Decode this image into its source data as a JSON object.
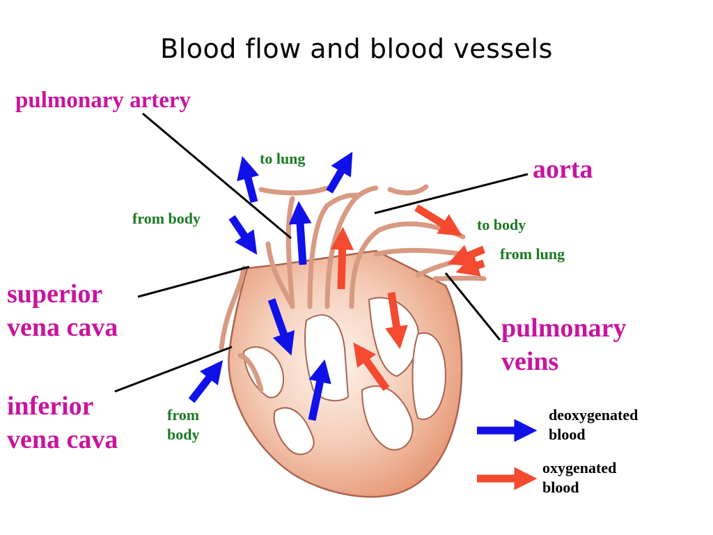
{
  "title": "Blood flow and blood vessels",
  "labels": {
    "pulmonary_artery": "pulmonary artery",
    "aorta": "aorta",
    "superior_vena_cava_1": "superior",
    "superior_vena_cava_2": "vena cava",
    "inferior_vena_cava_1": "inferior",
    "inferior_vena_cava_2": "vena cava",
    "pulmonary_veins_1": "pulmonary",
    "pulmonary_veins_2": "veins"
  },
  "flow_labels": {
    "to_lung": "to lung",
    "from_body_top": "from body",
    "to_body": "to body",
    "from_lung": "from lung",
    "from_body_bottom_1": "from",
    "from_body_bottom_2": "body"
  },
  "legend": {
    "deoxygenated_1": "deoxygenated",
    "deoxygenated_2": "blood",
    "oxygenated_1": "oxygenated",
    "oxygenated_2": "blood"
  },
  "colors": {
    "deoxygenated": "#1010e8",
    "oxygenated": "#f44a30",
    "heart_fill": "#f2c7b2",
    "heart_stroke": "#a86450",
    "label_magenta": "#c8149e",
    "label_green": "#1a7a22"
  }
}
